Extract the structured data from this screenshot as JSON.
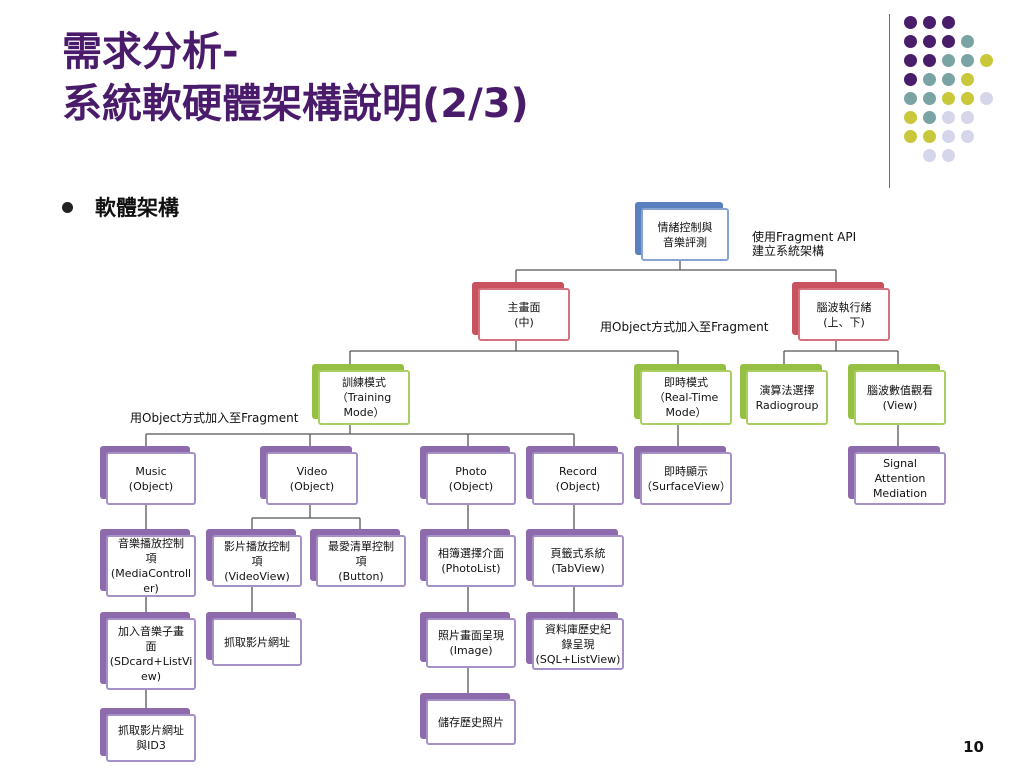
{
  "slide": {
    "title_line1": "需求分析-",
    "title_line2": "系統軟硬體架構說明(2/3)",
    "bullet": "軟體架構",
    "page_number": "10"
  },
  "colors": {
    "title": "#4a1b6b",
    "purple": "#8d6aac",
    "green": "#96c043",
    "red": "#c9525f",
    "blue": "#5b80be",
    "teal": "#7aa3a4",
    "lime": "#c8c83a",
    "lavender": "#d6d6ea",
    "dark_purple": "#4a1d6b"
  },
  "diagram": {
    "nodes": {
      "root": "情緒控制與\n音樂評測",
      "main_screen": "主畫面\n(中)",
      "brainwave_exec": "腦波執行緒\n(上、下)",
      "training_mode": "訓練模式\n（Training\nMode）",
      "realtime_mode": "即時模式\n（Real-Time\nMode）",
      "algorithm_select": "演算法選擇\nRadiogroup",
      "brainwave_view": "腦波數值觀看\n(View)",
      "music": "Music\n(Object)",
      "video": "Video\n(Object)",
      "photo": "Photo\n(Object)",
      "record": "Record\n(Object)",
      "realtime_display": "即時顯示\n（SurfaceView）",
      "signal": "Signal\nAttention\nMediation",
      "music_control": "音樂播放控制\n項\n(MediaControll\ner)",
      "video_control": "影片播放控制\n項\n(VideoView)",
      "favorites_control": "最愛清單控制\n項\n(Button)",
      "album_ui": "相簿選擇介面\n(PhotoList)",
      "tab_system": "頁籤式系統\n(TabView)",
      "add_music": "加入音樂子畫\n面\n(SDcard+ListVi\new)",
      "fetch_video_url": "抓取影片網址",
      "photo_display": "照片畫面呈現\n(Image)",
      "db_history": "資料庫歷史紀\n錄呈現\n(SQL+ListView)",
      "fetch_url_id3": "抓取影片網址\n與ID3",
      "save_history_photo": "儲存歷史照片"
    },
    "notes": {
      "fragment_api": "使用Fragment API\n建立系統架構",
      "object_fragment_1": "用Object方式加入至Fragment",
      "object_fragment_2": "用Object方式加入至Fragment"
    }
  }
}
